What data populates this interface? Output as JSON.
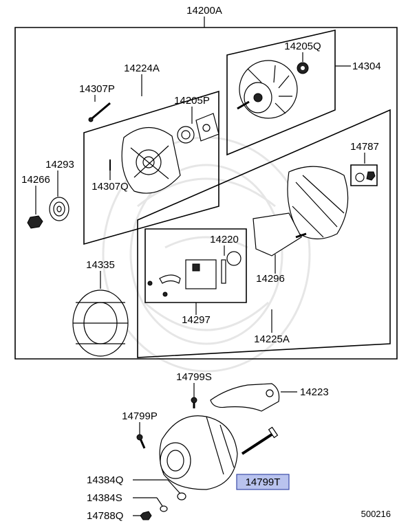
{
  "diagram": {
    "labels": {
      "l14200A": "14200A",
      "l14224A": "14224A",
      "l14205Q": "14205Q",
      "l14304": "14304",
      "l14307P": "14307P",
      "l14205P": "14205P",
      "l14293": "14293",
      "l14266": "14266",
      "l14307Q": "14307Q",
      "l14787": "14787",
      "l14220": "14220",
      "l14335": "14335",
      "l14296": "14296",
      "l14297": "14297",
      "l14225A": "14225A",
      "l14799S": "14799S",
      "l14223": "14223",
      "l14799P": "14799P",
      "l14799T": "14799T",
      "l14384Q": "14384Q",
      "l14384S": "14384S",
      "l14788Q": "14788Q",
      "ref": "500216"
    },
    "highlight_color": "#b9c3ee"
  }
}
